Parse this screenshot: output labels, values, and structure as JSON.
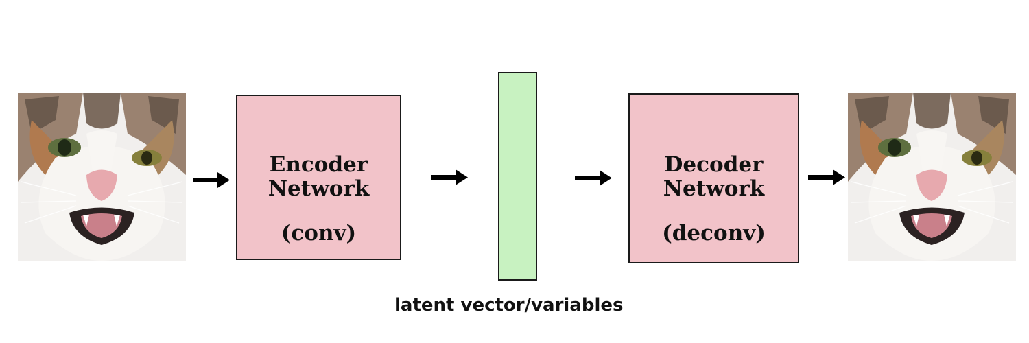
{
  "input_image": {
    "icon": "cat-face-photo"
  },
  "output_image": {
    "icon": "cat-face-photo"
  },
  "encoder": {
    "line1": "Encoder",
    "line2": "Network",
    "line3": "(conv)",
    "color": "#f2c3c9"
  },
  "decoder": {
    "line1": "Decoder",
    "line2": "Network",
    "line3": "(deconv)",
    "color": "#f2c3c9"
  },
  "latent": {
    "caption": "latent vector/variables",
    "color": "#c8f2c1"
  },
  "arrows": {
    "icon": "right-arrow-icon"
  }
}
